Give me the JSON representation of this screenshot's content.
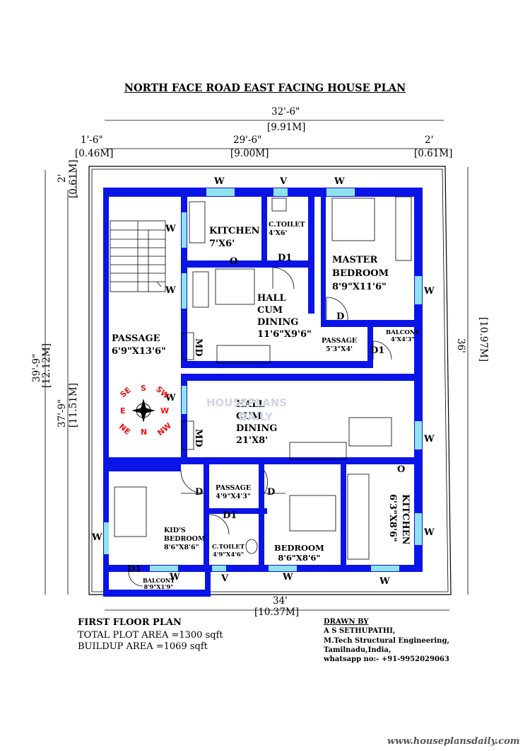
{
  "title": "NORTH FACE ROAD EAST FACING HOUSE PLAN",
  "dimensions": {
    "top_total": "32'-6\"",
    "top_total_m": "[9.91M]",
    "top_left": "1'-6\"",
    "top_left_m": "[0.46M]",
    "top_mid": "29'-6\"",
    "top_mid_m": "[9.00M]",
    "top_right": "2'",
    "top_right_m": "[0.61M]",
    "left_small": "2'",
    "left_small_m": "[0.61M]",
    "left_outer": "39'-9\"",
    "left_outer_m": "[12.12M]",
    "left_inner": "37'-9\"",
    "left_inner_m": "[11.51M]",
    "right": "36'",
    "right_m": "[10.97M]",
    "bottom": "34'",
    "bottom_m": "[10.37M]"
  },
  "rooms": {
    "kitchen_top": {
      "name": "KITCHEN",
      "size": "7'X6'"
    },
    "toilet_top": {
      "name": "C.TOILET",
      "size": "4'X6'"
    },
    "master": {
      "name1": "MASTER",
      "name2": "BEDROOM",
      "size": "8'9\"X11'6\""
    },
    "hall_top": {
      "l1": "HALL",
      "l2": "CUM",
      "l3": "DINING",
      "size": "11'6\"X9'6\""
    },
    "passage_left": {
      "name": "PASSAGE",
      "size": "6'9\"X13'6\""
    },
    "passage_mid": {
      "name": "PASSAGE",
      "size": "5'3\"X4'"
    },
    "balcony_right": {
      "name": "BALCONY",
      "size": "4'X4'3\""
    },
    "hall_big": {
      "l1": "HALL",
      "l2": "CUM",
      "l3": "DINING",
      "size": "21'X8'"
    },
    "passage_bottom": {
      "name": "PASSAGE",
      "size": "4'9\"X4'3\""
    },
    "kids": {
      "name1": "KID'S",
      "name2": "BEDROOM",
      "size": "8'6\"X8'6\""
    },
    "toilet_bottom": {
      "name": "C.TOILET",
      "size": "4'9\"X4'6\""
    },
    "bedroom": {
      "name": "BEDROOM",
      "size": "8'6\"X8'6\""
    },
    "kitchen_right": {
      "name": "KITCHEN",
      "size": "6'3\"X8'6\""
    },
    "balcony_bottom": {
      "name": "BALCONY",
      "size": "8'9\"X1'9\""
    }
  },
  "markers": {
    "window": "W",
    "ventilator": "V",
    "opening": "O",
    "door": "D",
    "door1": "D1",
    "main_door": "MD"
  },
  "compass": {
    "s": "S",
    "n": "N",
    "e": "E",
    "w": "W",
    "se": "SE",
    "sw": "SW",
    "ne": "NE",
    "nw": "NW"
  },
  "watermark": {
    "l1": "HOUSEPLANS",
    "l2": "DAILY"
  },
  "footer": {
    "floor": "FIRST FLOOR PLAN",
    "plot_area": "TOTAL PLOT AREA =1300 sqft",
    "buildup_area": "BUILDUP AREA =1069 sqft",
    "drawn_by": "DRAWN BY",
    "name": "A S SETHUPATHI,",
    "degree": "M.Tech Structural Engineering,",
    "location": "Tamilnadu,India,",
    "whatsapp": "whatsapp no:- +91-9952029063"
  },
  "website": "www.houseplansdaily.com",
  "colors": {
    "wall": "#0b14e6",
    "window": "#8fe3ef",
    "marker": "#e11111"
  }
}
